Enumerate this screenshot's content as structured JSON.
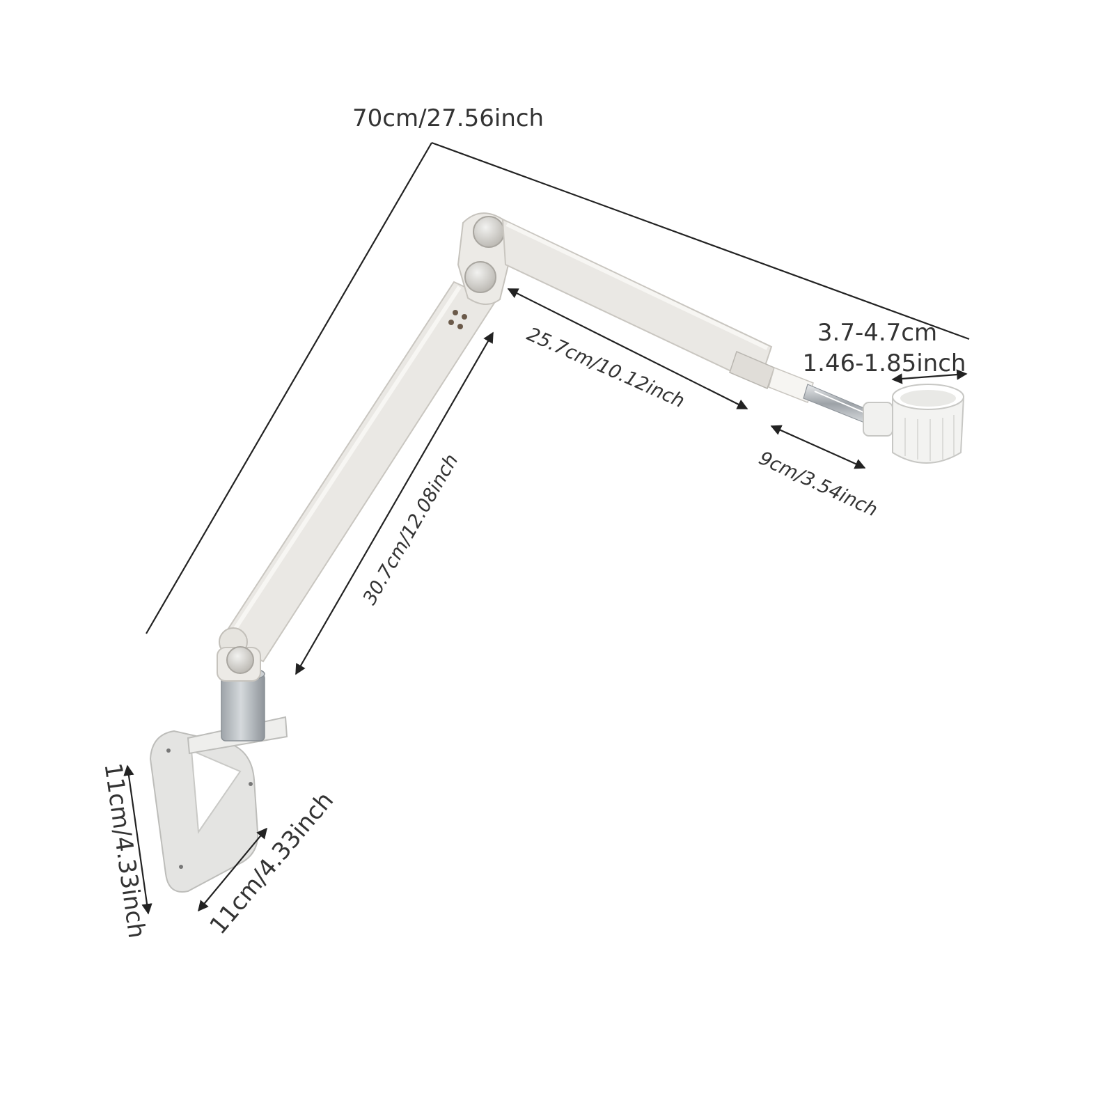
{
  "labels": {
    "overall_length": "70cm/27.56inch",
    "clamp_diameter_cm": "3.7-4.7cm",
    "clamp_diameter_inch": "1.46-1.85inch",
    "upper_arm": "25.7cm/10.12inch",
    "extension_rod": "9cm/3.54inch",
    "lower_arm": "30.7cm/12.08inch",
    "base_height": "11cm/4.33inch",
    "base_width": "11cm/4.33inch"
  },
  "colors": {
    "background": "#ffffff",
    "dimension_line": "#222222",
    "label_text": "#333333",
    "arm_body": "#eae8e4",
    "arm_outline": "#c9c6c0",
    "base_plate": "#e2e2e0",
    "metal_post": "#b9bec2",
    "chrome_rod": "#bfc3c7",
    "clamp_ring": "#f4f4f2"
  }
}
